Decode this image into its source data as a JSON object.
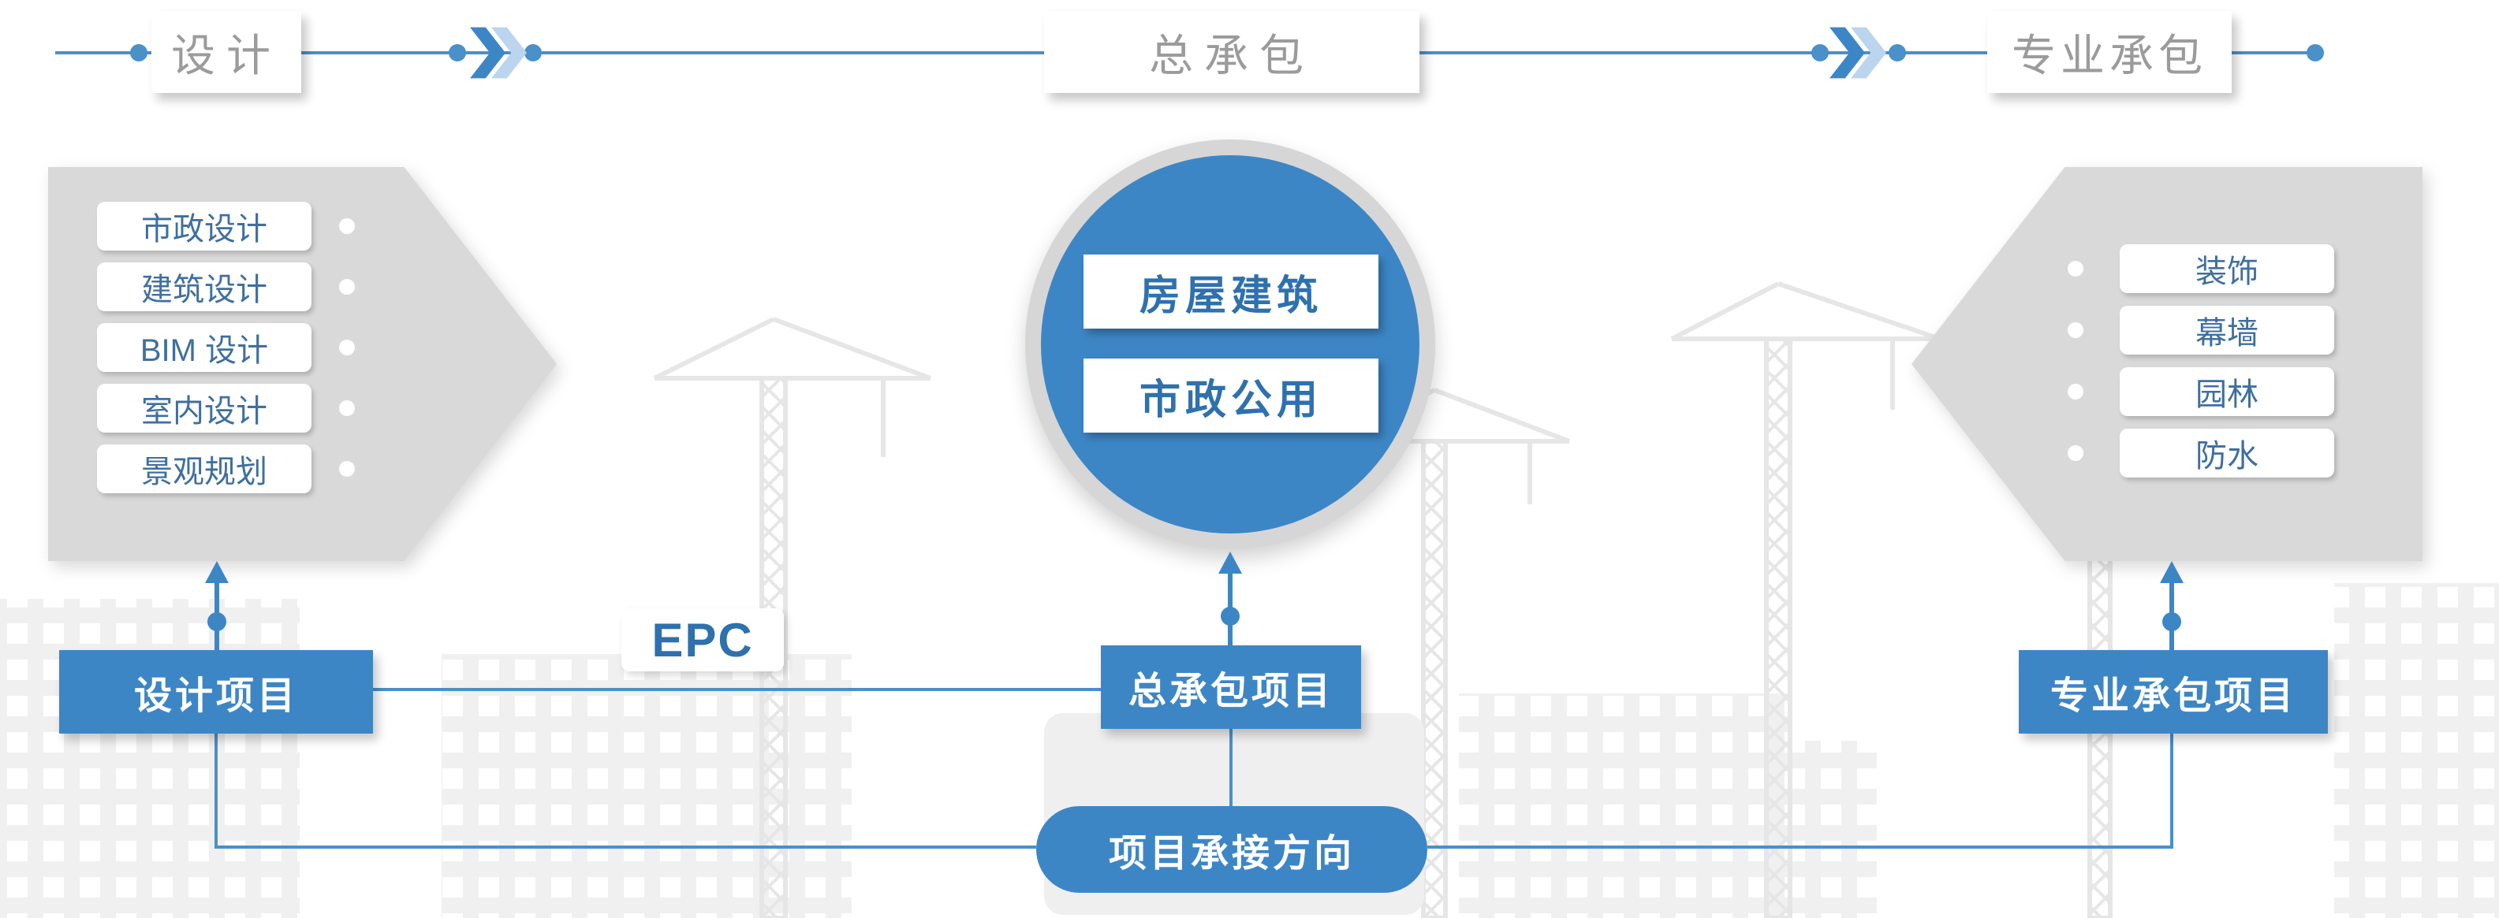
{
  "colors": {
    "blue": "#3D86C6",
    "blue_line": "#4A90C9",
    "blue_dark_text": "#2E71AD",
    "light_blue": "#BBD5EE",
    "gray_shape": "#D9D9D9",
    "stage_text_gray": "#9B9B9B",
    "pill_text": "#3F6F9F"
  },
  "timeline": {
    "design": "设计",
    "general": "总承包",
    "professional": "专业承包"
  },
  "left_panel": {
    "pills": [
      "市政设计",
      "建筑设计",
      "BIM 设计",
      "室内设计",
      "景观规划"
    ]
  },
  "center_circle": {
    "badges": [
      "房屋建筑",
      "市政公用"
    ]
  },
  "right_panel": {
    "pills": [
      "装饰",
      "幕墙",
      "园林",
      "防水"
    ]
  },
  "project_boxes": {
    "design": "设计项目",
    "general": "总承包项目",
    "professional": "专业承包项目"
  },
  "epc": {
    "label": "EPC"
  },
  "flow": {
    "direction_label": "项目承接方向"
  }
}
